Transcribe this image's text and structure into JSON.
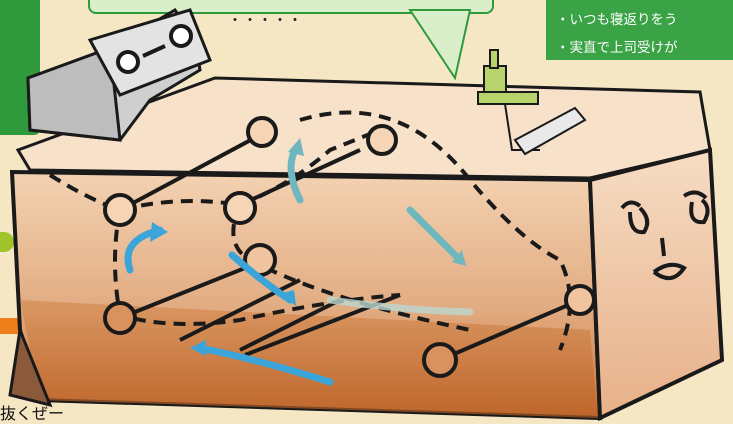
{
  "illustration": {
    "speech_dots": "・・・・・",
    "note_lines": [
      "・いつも寝返りをう",
      "・実直で上司受けが"
    ],
    "caption_fragment": "抜くぜー"
  },
  "colors": {
    "background": "#f5e6c4",
    "green": "#2f9a3c",
    "box_wall": "#e8b88e",
    "box_floor": "#c8743a",
    "arrow_blue": "#3ba4d9",
    "arrow_teal": "#6fb7be"
  },
  "icons": [
    "camera-icon",
    "microphone-stand-icon",
    "face-icon"
  ]
}
